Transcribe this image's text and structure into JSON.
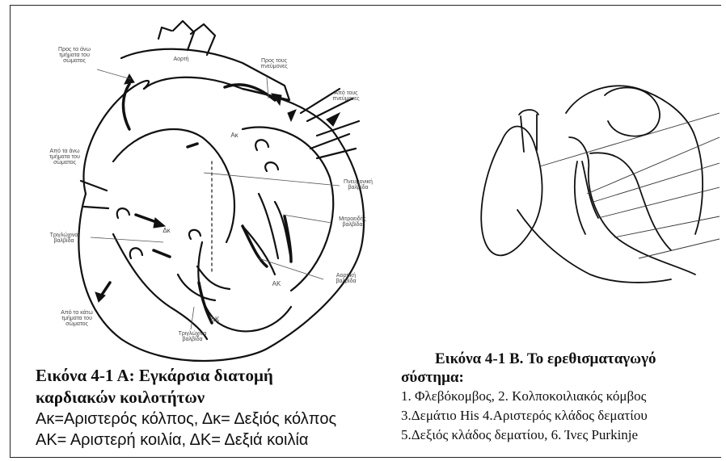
{
  "figure_a": {
    "caption_title_line1": "Εικόνα 4-1 Α: Εγκάρσια διατομή",
    "caption_title_line2": "καρδιακών κοιλοτήτων",
    "legend_line1": "Ακ=Αριστερός κόλπος, Δκ= Δεξιός κόλπος",
    "legend_line2": "ΑΚ= Αριστερή κοιλία, ΔΚ= Δεξιά κοιλία",
    "labels": {
      "aorta": "Αορτή",
      "pulmonary_artery": "Προς τους\nπνεύμονες",
      "to_upper_body": "Προς τα άνω\nτμήματα του\nσώματος",
      "from_lungs": "Από τους\nπνεύμονες",
      "from_upper_body": "Από τα άνω\nτμήματα του\nσώματος",
      "pulmonary_valve": "Πνευμονική\nβαλβίδα",
      "mitral_valve": "Μιτροειδής\nβαλβίδα",
      "right_atrium_note": "Τριγλώχινα\nβαλβίδα",
      "aortic_valve": "Αορτική\nβαλβίδα",
      "from_lower_body": "Από τα κάτω\nτμήματα του\nσώματος",
      "tricuspid": "Τριγλώχινα\nβαλβίδα",
      "ak_small": "Ακ",
      "dk_small": "Δκ",
      "AK": "ΑΚ",
      "DK": "ΔΚ"
    }
  },
  "figure_b": {
    "caption_title_line1": "Εικόνα 4-1 Β. Το ερεθισματαγωγό",
    "caption_title_line2": "σύστημα:",
    "legend_line1": "1. Φλεβόκομβος, 2. Κολποκοιλιακός κόμβος",
    "legend_line2": "3.Δεμάτιο His 4.Αριστερός κλάδος δεματίου",
    "legend_line3": "5.Δεξιός κλάδος δεματίου, 6. Ίνες Purkinje"
  }
}
